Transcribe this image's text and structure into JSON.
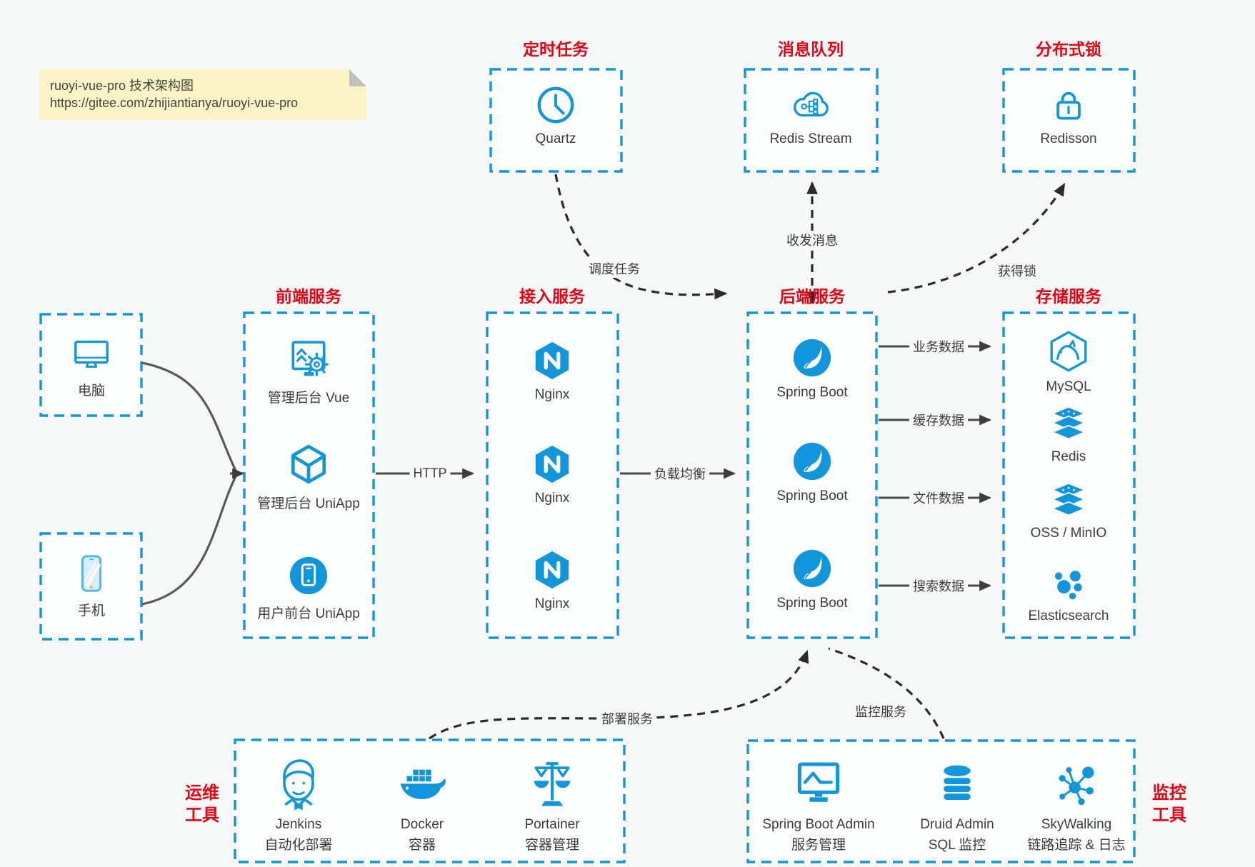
{
  "title_note": {
    "line1": "ruoyi-vue-pro 技术架构图",
    "line2": "https://gitee.com/zhijiantianya/ruoyi-vue-pro"
  },
  "colors": {
    "accent_blue": "#1296DB",
    "title_red": "#E60014",
    "canvas_bg": "#F7F8F8",
    "solid_arrow": "#4A4A4B",
    "dashed_arrow": "#2B2B2B"
  },
  "top_sections": [
    {
      "title": "定时任务",
      "node": {
        "icon": "clock-icon",
        "label": "Quartz"
      }
    },
    {
      "title": "消息队列",
      "node": {
        "icon": "cloud-stream-icon",
        "label": "Redis Stream"
      }
    },
    {
      "title": "分布式锁",
      "node": {
        "icon": "lock-icon",
        "label": "Redisson"
      }
    }
  ],
  "clients": [
    {
      "icon": "desktop-icon",
      "label": "电脑"
    },
    {
      "icon": "smartphone-icon",
      "label": "手机"
    }
  ],
  "service_columns": [
    {
      "title": "前端服务",
      "items": [
        {
          "icon": "admin-vue-icon",
          "label": "管理后台 Vue"
        },
        {
          "icon": "uniapp-cube-icon",
          "label": "管理后台 UniApp"
        },
        {
          "icon": "user-app-icon",
          "label": "用户前台 UniApp"
        }
      ]
    },
    {
      "title": "接入服务",
      "items": [
        {
          "icon": "nginx-icon",
          "label": "Nginx"
        },
        {
          "icon": "nginx-icon",
          "label": "Nginx"
        },
        {
          "icon": "nginx-icon",
          "label": "Nginx"
        }
      ]
    },
    {
      "title": "后端服务",
      "items": [
        {
          "icon": "spring-boot-icon",
          "label": "Spring Boot"
        },
        {
          "icon": "spring-boot-icon",
          "label": "Spring Boot"
        },
        {
          "icon": "spring-boot-icon",
          "label": "Spring Boot"
        }
      ]
    },
    {
      "title": "存储服务",
      "items": [
        {
          "icon": "mysql-icon",
          "label": "MySQL"
        },
        {
          "icon": "redis-icon",
          "label": "Redis"
        },
        {
          "icon": "oss-icon",
          "label": "OSS / MinIO"
        },
        {
          "icon": "elasticsearch-icon",
          "label": "Elasticsearch"
        }
      ]
    }
  ],
  "edge_labels": {
    "http": "HTTP",
    "load_balance": "负载均衡",
    "schedule_task": "调度任务",
    "send_receive_message": "收发消息",
    "acquire_lock": "获得锁",
    "business_data": "业务数据",
    "cache_data": "缓存数据",
    "file_data": "文件数据",
    "search_data": "搜索数据",
    "deploy_service": "部署服务",
    "monitor_service": "监控服务"
  },
  "bottom_sections": [
    {
      "title_line1": "运维",
      "title_line2": "工具",
      "items": [
        {
          "icon": "jenkins-icon",
          "label": "Jenkins",
          "sublabel": "自动化部署"
        },
        {
          "icon": "docker-icon",
          "label": "Docker",
          "sublabel": "容器"
        },
        {
          "icon": "portainer-icon",
          "label": "Portainer",
          "sublabel": "容器管理"
        }
      ]
    },
    {
      "title_line1": "监控",
      "title_line2": "工具",
      "items": [
        {
          "icon": "spring-boot-admin-icon",
          "label": "Spring Boot Admin",
          "sublabel": "服务管理"
        },
        {
          "icon": "druid-icon",
          "label": "Druid Admin",
          "sublabel": "SQL 监控"
        },
        {
          "icon": "skywalking-icon",
          "label": "SkyWalking",
          "sublabel": "链路追踪 & 日志"
        }
      ]
    }
  ]
}
